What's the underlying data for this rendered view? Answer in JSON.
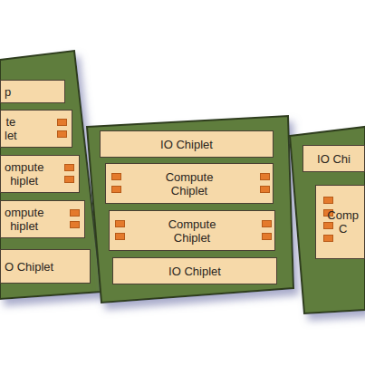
{
  "diagram": {
    "nodes": [
      {
        "text": [
          "p"
        ]
      },
      {
        "text": [
          "te let"
        ]
      },
      {
        "text": [
          "ompute hiplet"
        ]
      },
      {
        "text": [
          "ompute hiplet"
        ]
      },
      {
        "text": [
          "O Chiplet"
        ]
      },
      {
        "text": [
          "IO Chiplet"
        ]
      },
      {
        "text": [
          "Compute Chiplet"
        ]
      },
      {
        "text": [
          "Compute Chiplet"
        ]
      },
      {
        "text": [
          "IO Chiplet"
        ]
      },
      {
        "text": [
          "IO Chi"
        ]
      },
      {
        "text": [
          "Comp C"
        ]
      }
    ]
  }
}
